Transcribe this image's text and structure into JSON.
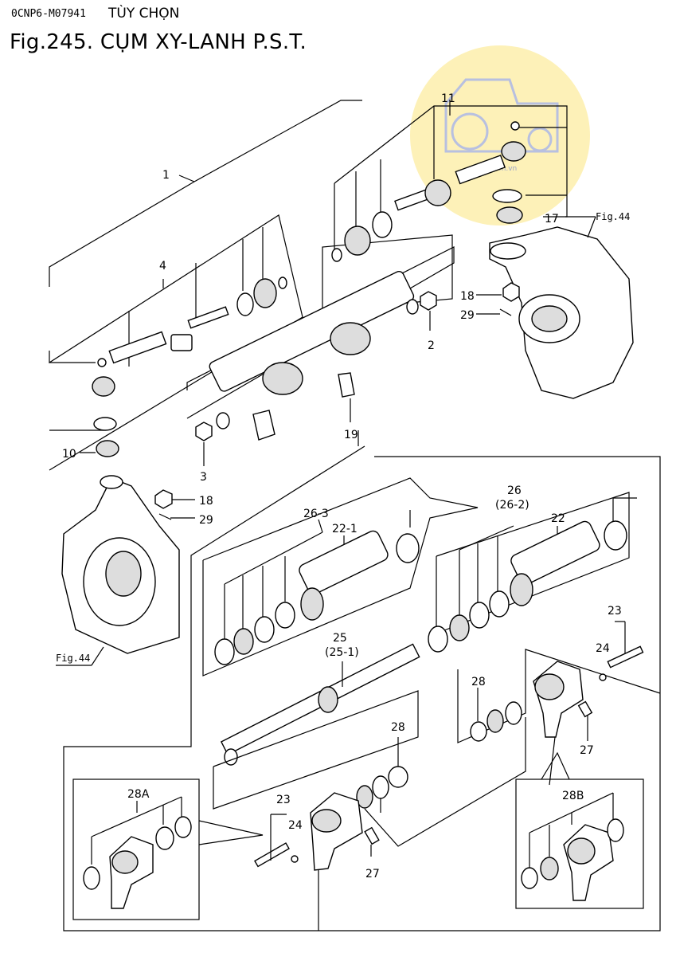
{
  "header": {
    "part_code": "0CNP6-M07941",
    "option": "TÙY CHỌN",
    "title": "Fig.245.  CỤM XY-LANH P.S.T."
  },
  "callouts": {
    "c1": "1",
    "c2": "2",
    "c3": "3",
    "c4": "4",
    "c10": "10",
    "c11": "11",
    "c17": "17",
    "c18a": "18",
    "c18b": "18",
    "c29a": "29",
    "c29b": "29",
    "c19": "19",
    "c22": "22",
    "c22_1": "22-1",
    "c23a": "23",
    "c23b": "23",
    "c24a": "24",
    "c24b": "24",
    "c25": "25",
    "c25_1": "(25-1)",
    "c26": "26",
    "c26_2": "(26-2)",
    "c26_3": "26-3",
    "c27a": "27",
    "c27b": "27",
    "c28a": "28",
    "c28b": "28",
    "c28A": "28A",
    "c28B": "28B"
  },
  "references": {
    "fig_right": "Fig.44",
    "fig_left": "Fig.44"
  },
  "watermark": {
    "text": "vnpt.com.vn",
    "color": "#fdf1b8"
  }
}
